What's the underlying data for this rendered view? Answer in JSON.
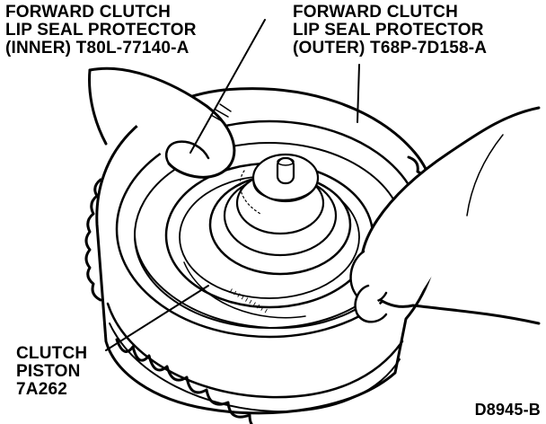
{
  "labels": {
    "inner": {
      "line1": "FORWARD CLUTCH",
      "line2": "LIP SEAL PROTECTOR",
      "line3": "(INNER) T80L-77140-A"
    },
    "outer": {
      "line1": "FORWARD CLUTCH",
      "line2": "LIP SEAL PROTECTOR",
      "line3": "(OUTER) T68P-7D158-A"
    },
    "piston": {
      "line1": "CLUTCH",
      "line2": "PISTON",
      "line3": "7A262"
    }
  },
  "figure_id": "D8945-B",
  "colors": {
    "ink": "#000000",
    "paper": "#ffffff"
  }
}
